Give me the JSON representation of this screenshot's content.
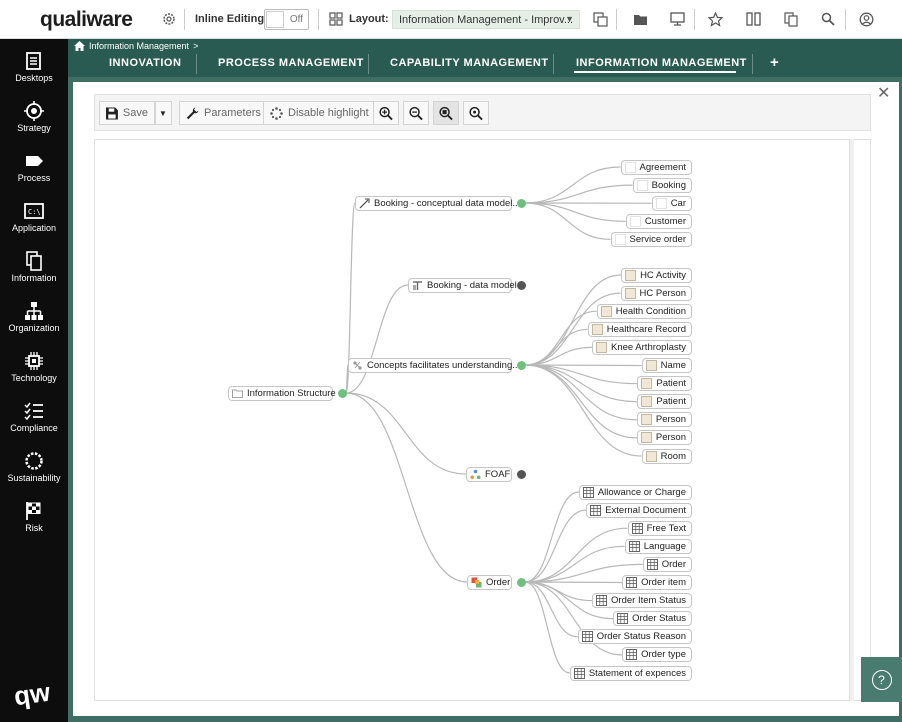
{
  "header": {
    "logo": "qualiware",
    "inline_editing_label": "Inline Editing:",
    "inline_editing_state": "Off",
    "layout_label": "Layout:",
    "layout_value": "Information Management - Improv..."
  },
  "sidebar": {
    "items": [
      {
        "label": "Desktops",
        "icon": "desktops-icon"
      },
      {
        "label": "Strategy",
        "icon": "strategy-icon"
      },
      {
        "label": "Process",
        "icon": "process-icon"
      },
      {
        "label": "Application",
        "icon": "application-icon"
      },
      {
        "label": "Information",
        "icon": "information-icon"
      },
      {
        "label": "Organization",
        "icon": "organization-icon"
      },
      {
        "label": "Technology",
        "icon": "technology-icon"
      },
      {
        "label": "Compliance",
        "icon": "compliance-icon"
      },
      {
        "label": "Sustainability",
        "icon": "sustainability-icon"
      },
      {
        "label": "Risk",
        "icon": "risk-icon"
      }
    ],
    "bottom_logo": "qw"
  },
  "breadcrumb": {
    "label": "Information Management",
    "chevron": ">"
  },
  "tabs": [
    {
      "label": "INNOVATION",
      "active": false
    },
    {
      "label": "PROCESS MANAGEMENT",
      "active": false
    },
    {
      "label": "CAPABILITY MANAGEMENT",
      "active": false
    },
    {
      "label": "INFORMATION MANAGEMENT",
      "active": true
    }
  ],
  "tab_add": "+",
  "toolbar": {
    "save": "Save",
    "parameters": "Parameters",
    "disable_highlight": "Disable highlight"
  },
  "tree": {
    "root": "Information Structure",
    "branches": [
      {
        "label": "Booking - conceptual data model...",
        "children": [
          "Agreement",
          "Booking",
          "Car",
          "Customer",
          "Service order"
        ]
      },
      {
        "label": "Booking - data model",
        "children": []
      },
      {
        "label": "Concepts facilitates understanding...",
        "children": [
          "HC Activity",
          "HC Person",
          "Health Condition",
          "Healthcare Record",
          "Knee Arthroplasty",
          "Name",
          "Patient",
          "Patient",
          "Person",
          "Person",
          "Room"
        ]
      },
      {
        "label": "FOAF",
        "children": []
      },
      {
        "label": "Order",
        "children": [
          "Allowance or Charge",
          "External Document",
          "Free Text",
          "Language",
          "Order",
          "Order item",
          "Order Item Status",
          "Order Status",
          "Order Status Reason",
          "Order type",
          "Statement of expences"
        ]
      }
    ]
  },
  "colors": {
    "brand_green": "#2a5b52",
    "expanded_dot": "#6fbf7f",
    "collapsed_dot": "#555555",
    "sidebar_bg": "#0d0d0d"
  },
  "help": "?"
}
